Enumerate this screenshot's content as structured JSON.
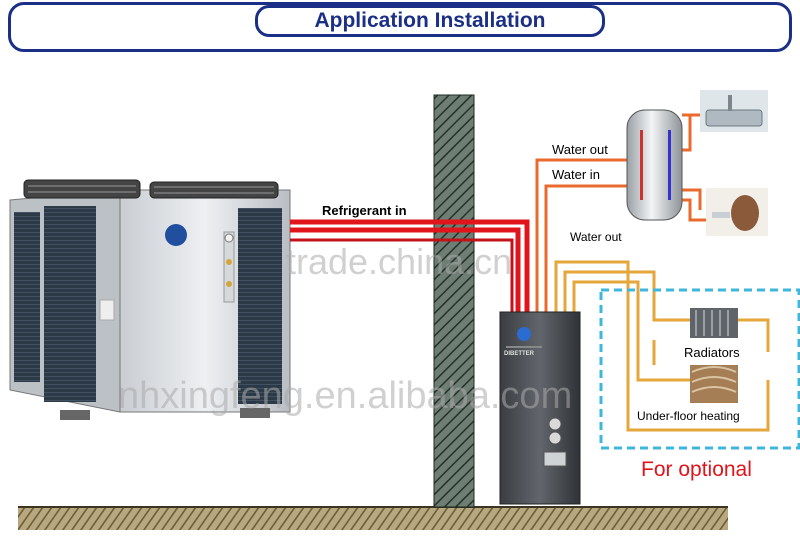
{
  "title": "Application Installation",
  "labels": {
    "refrigerant_in": "Refrigerant in",
    "water_out_top": "Water out",
    "water_in": "Water in",
    "water_out_mid": "Water out",
    "radiators": "Radiators",
    "under_floor_heating": "Under-floor heating",
    "optional": "For optional",
    "indoor_brand": "DIBETTER"
  },
  "watermarks": {
    "primary": "trade.china.cn",
    "secondary": "nhxingfeng.en.alibaba.com"
  },
  "colors": {
    "frame": "#1b2f86",
    "refrigerant_pipe": "#e0141b",
    "water_pipe": "#e96a2c",
    "heating_pipe": "#e5a63a",
    "optional_box": "#3fb7dd",
    "optional_text": "#e0141b"
  }
}
